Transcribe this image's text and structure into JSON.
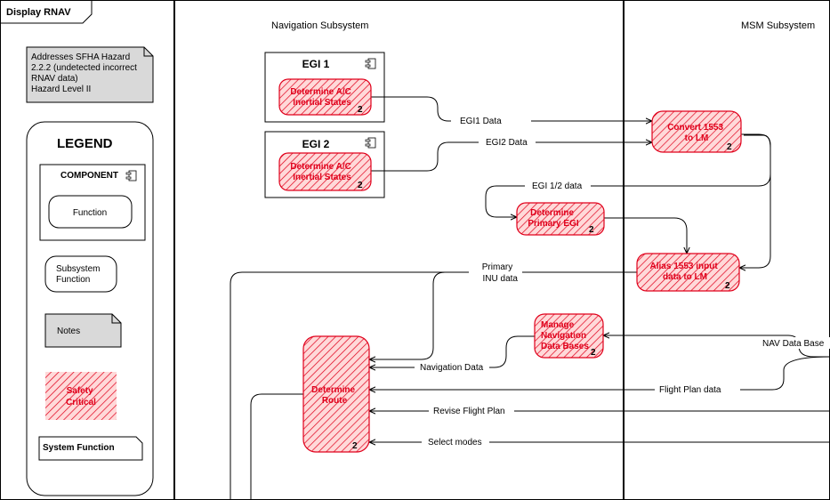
{
  "title_tab": "Display RNAV",
  "hazard_note": [
    "Addresses SFHA Hazard",
    "2.2.2 (undetected incorrect",
    "RNAV data)",
    "Hazard Level II"
  ],
  "lanes": {
    "navigation": "Navigation Subsystem",
    "msm": "MSM Subsystem"
  },
  "legend": {
    "title": "LEGEND",
    "component": "COMPONENT",
    "function": "Function",
    "subsystem_function": [
      "Subsystem",
      "Function"
    ],
    "notes": "Notes",
    "safety_critical": [
      "Safety",
      "Critical"
    ],
    "system_function": "System Function"
  },
  "components": {
    "egi1": "EGI 1",
    "egi2": "EGI 2"
  },
  "functions": {
    "egi1_fn": [
      "Determine A/C",
      "Inertial States"
    ],
    "egi2_fn": [
      "Determine A/C",
      "Inertial States"
    ],
    "convert": [
      "Convert 1553",
      "to LM"
    ],
    "primary_egi": [
      "Determine",
      "Primary EGI"
    ],
    "alias": [
      "Alias 1553 input",
      "data to LM"
    ],
    "manage_nav": [
      "Manage",
      "Navigation",
      "Data Bases"
    ],
    "route": [
      "Determine",
      "Route"
    ]
  },
  "badge": "2",
  "flows": {
    "egi1_data": "EGI1 Data",
    "egi2_data": "EGI2 Data",
    "egi12_data": "EGI 1/2 data",
    "primary_inu": [
      "Primary",
      "INU data"
    ],
    "nav_data": "Navigation Data",
    "nav_db": "NAV Data Base",
    "flight_plan": "Flight Plan data",
    "revise": "Revise Flight Plan",
    "select_modes": "Select modes"
  },
  "colors": {
    "safety_red": "#e0001b",
    "hatch_bg": "#ffd9d9",
    "note_fill": "#d9d9d9"
  }
}
